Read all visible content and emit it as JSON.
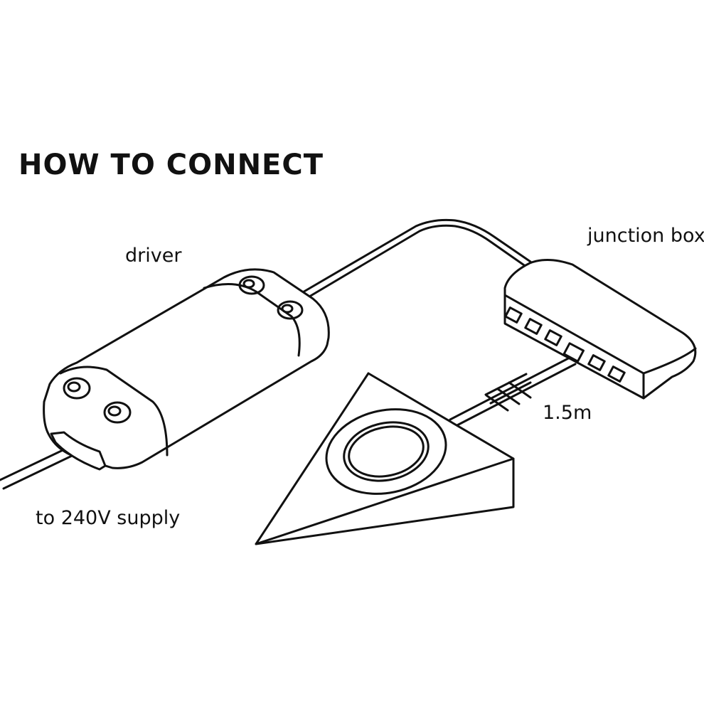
{
  "title": "HOW TO CONNECT",
  "labels": {
    "driver": "driver",
    "junction_box": "junction box",
    "cable_length": "1.5m",
    "supply": "to 240V supply"
  },
  "colors": {
    "line": "#111111",
    "background": "#ffffff"
  }
}
